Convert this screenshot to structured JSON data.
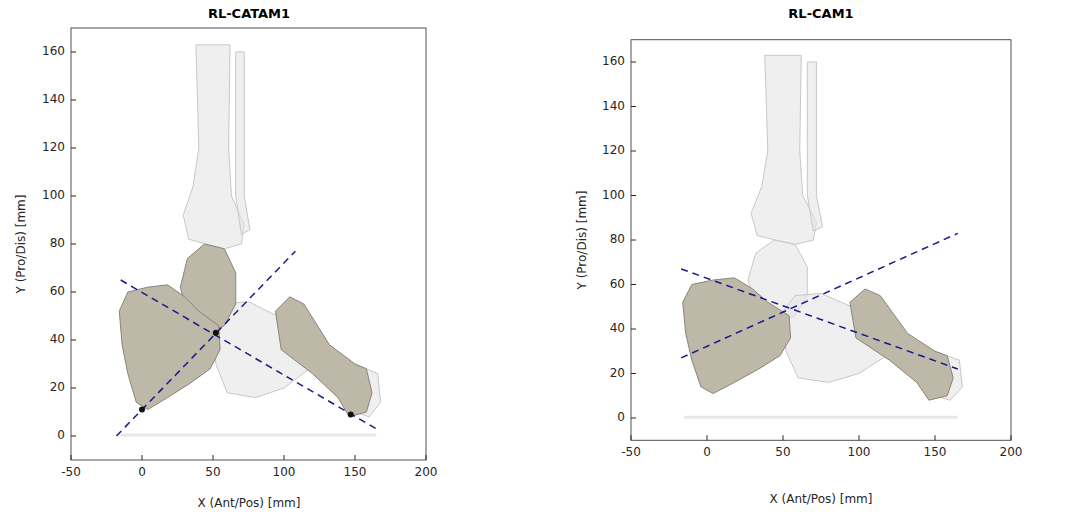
{
  "diagram": {
    "labels": [
      "RL-CATAM1",
      "Y (Pro/Dis) [mm]",
      "X (Ant/Pos) [mm]",
      "0",
      "20",
      "40",
      "60",
      "80",
      "100",
      "120",
      "140",
      "160",
      "-50",
      "0",
      "50",
      "100",
      "150",
      "200",
      "RL-CAM1",
      "Y (Pro/Dis) [mm]",
      "X (Ant/Pos) [mm]",
      "0",
      "20",
      "40",
      "60",
      "80",
      "100",
      "120",
      "140",
      "160",
      "-50",
      "0",
      "50",
      "100",
      "150",
      "200"
    ]
  }
}
